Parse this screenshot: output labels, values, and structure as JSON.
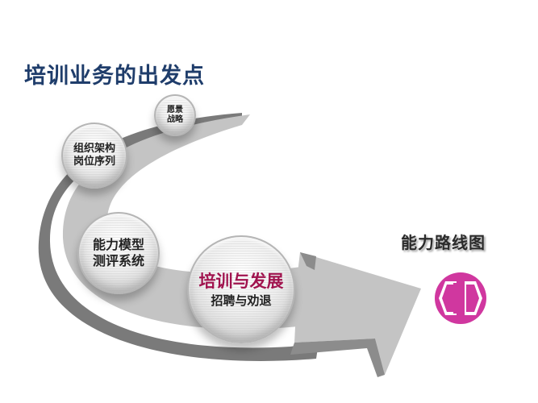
{
  "title": "培训业务的出发点",
  "nodes": [
    {
      "line1": "愿景",
      "line2": "战略"
    },
    {
      "line1": "组织架构",
      "line2": "岗位序列"
    },
    {
      "line1": "能力模型",
      "line2": "测评系统"
    },
    {
      "line1": "培训与发展",
      "line2": "招聘与劝退"
    }
  ],
  "roadmap": {
    "label": "能力路线图",
    "icon": "double-arrow-circle-icon",
    "icon_color": "#d0379f"
  },
  "colors": {
    "title": "#1f3d6b",
    "highlight": "#a0134e",
    "arrow_light": "#c4c4c4",
    "arrow_dark": "#7a7a7a"
  }
}
